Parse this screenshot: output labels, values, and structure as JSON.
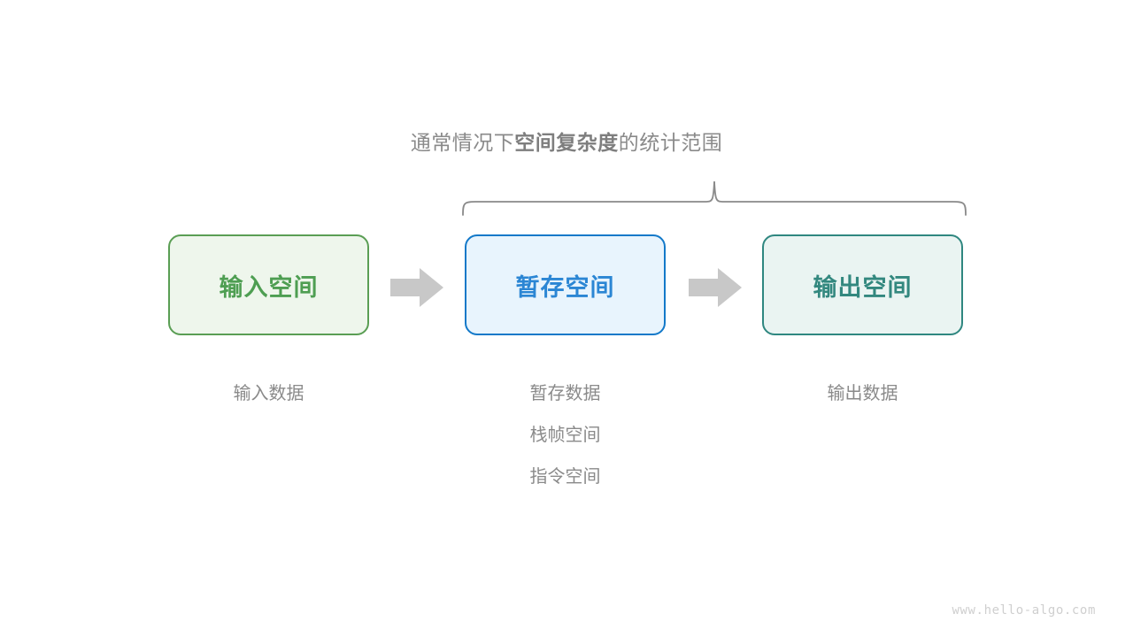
{
  "diagram": {
    "title_parts": {
      "pre": "通常情况下",
      "emphasis": "空间复杂度",
      "post": "的统计范围"
    },
    "brace": {
      "label": "brace-spanning-temp-and-output",
      "color": "#8a8a8a"
    },
    "boxes": [
      {
        "id": "input-space",
        "label": "输入空间",
        "fill": "#eef6ec",
        "border": "#5a9e54",
        "text_color": "#4e9e52"
      },
      {
        "id": "temp-space",
        "label": "暂存空间",
        "fill": "#e8f4fd",
        "border": "#1379c9",
        "text_color": "#2b86d4"
      },
      {
        "id": "output-space",
        "label": "输出空间",
        "fill": "#eaf4f2",
        "border": "#2f8780",
        "text_color": "#33887f"
      }
    ],
    "arrows": [
      {
        "id": "arrow-input-to-temp",
        "icon": "right-block-arrow-icon",
        "color": "#c8c8c8"
      },
      {
        "id": "arrow-temp-to-output",
        "icon": "right-block-arrow-icon",
        "color": "#c8c8c8"
      }
    ],
    "captions": {
      "input": [
        "输入数据"
      ],
      "temp": [
        "暂存数据",
        "栈帧空间",
        "指令空间"
      ],
      "output": [
        "输出数据"
      ]
    },
    "watermark": "www.hello-algo.com"
  }
}
